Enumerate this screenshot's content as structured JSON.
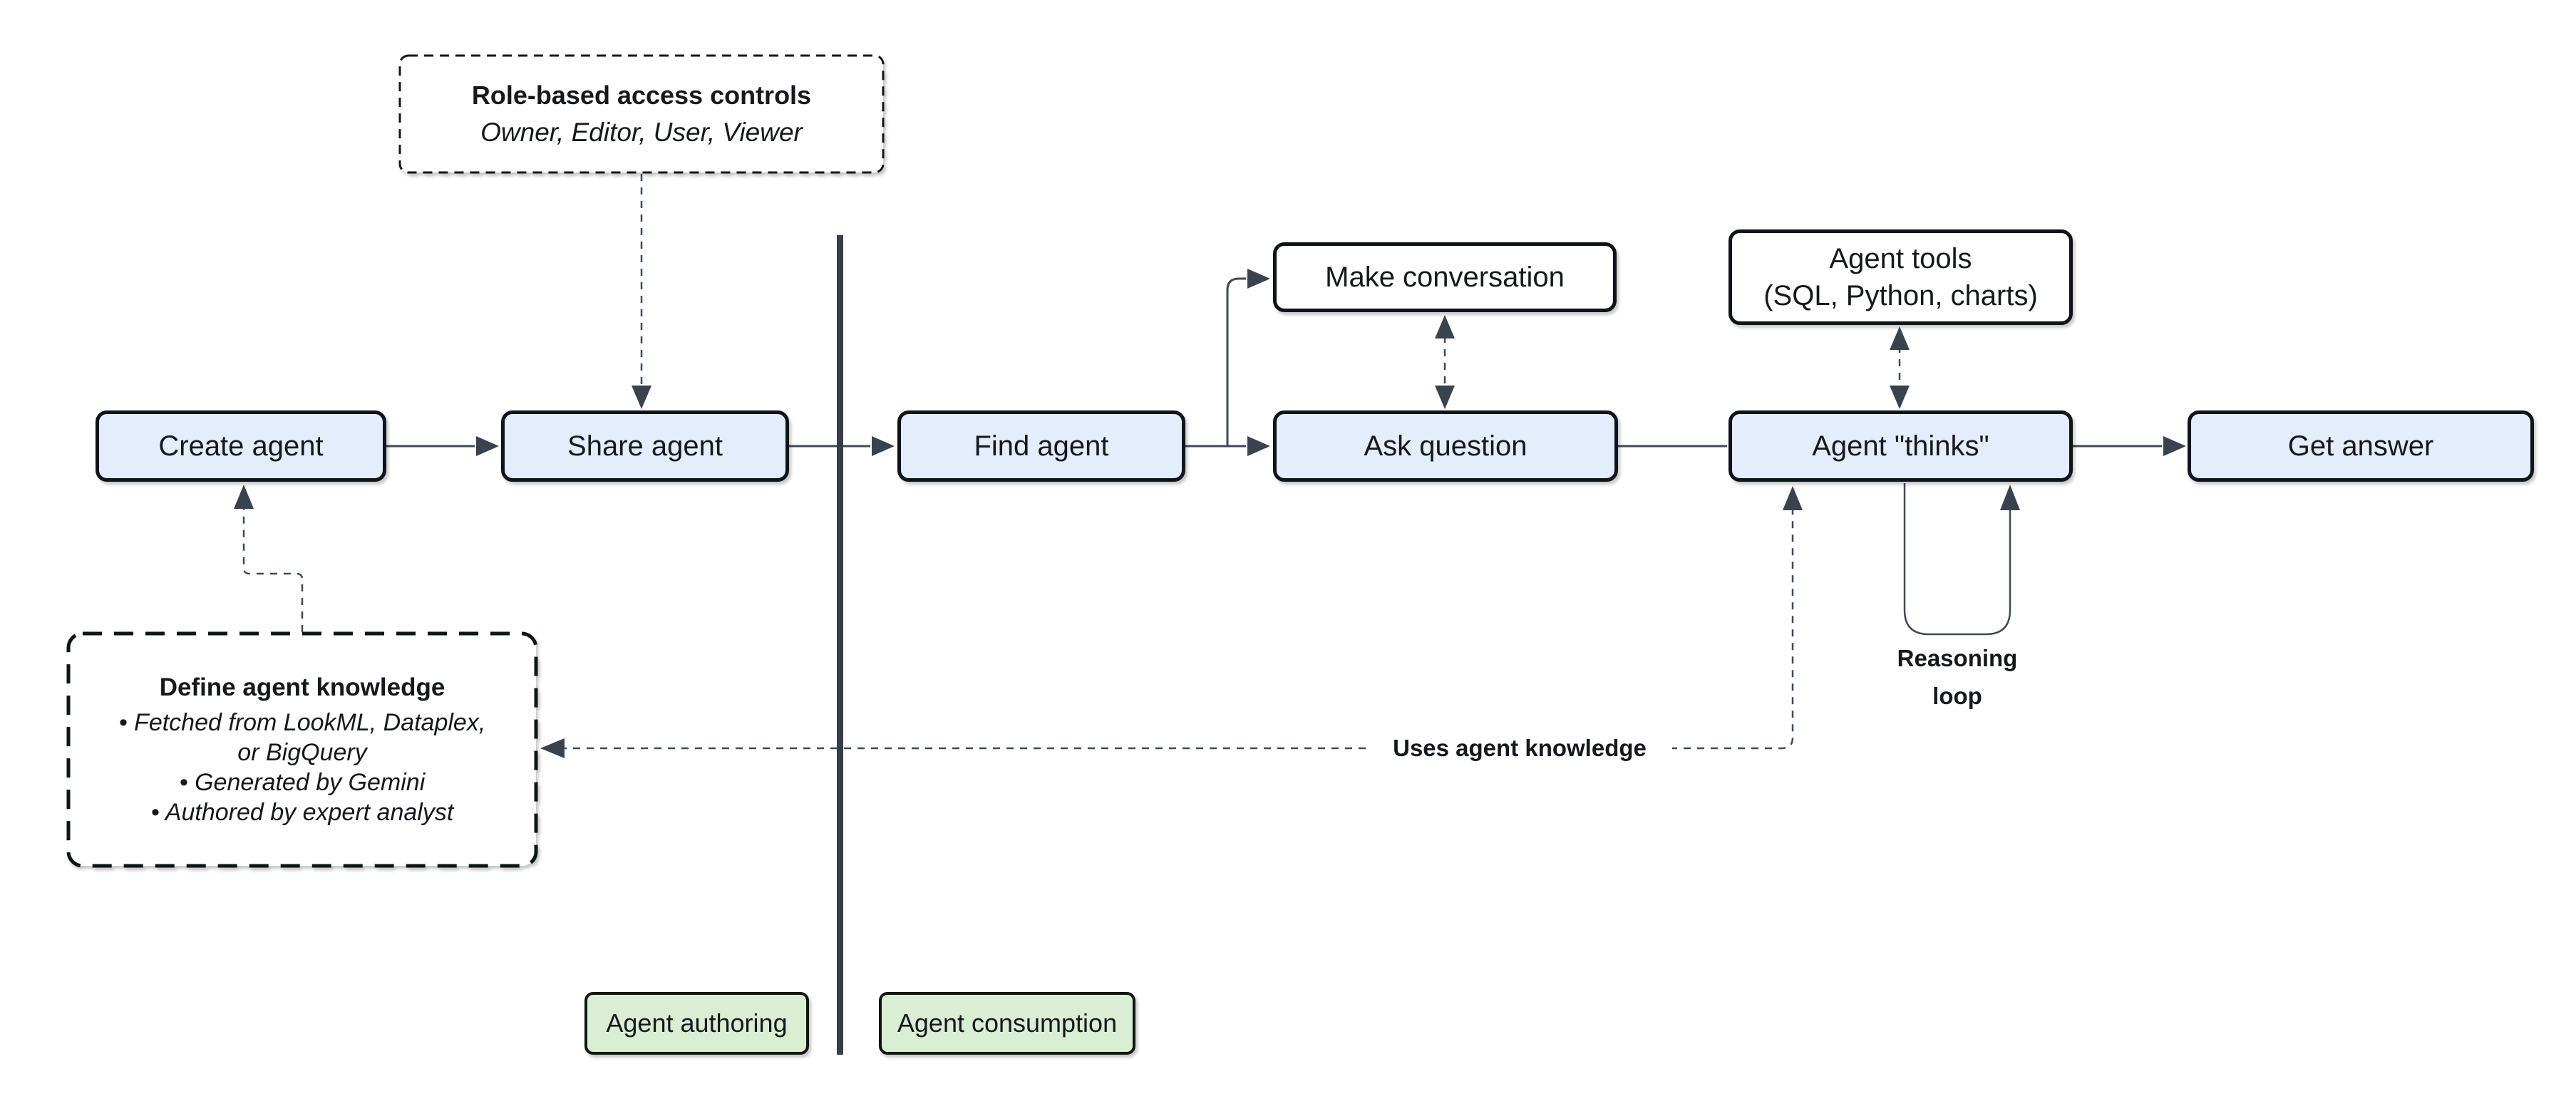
{
  "nodes": {
    "create_agent": {
      "label": "Create agent"
    },
    "share_agent": {
      "label": "Share agent"
    },
    "find_agent": {
      "label": "Find agent"
    },
    "make_conversation": {
      "label": "Make conversation"
    },
    "ask_question": {
      "label": "Ask question"
    },
    "agent_tools": {
      "line1": "Agent tools",
      "line2": "(SQL, Python, charts)"
    },
    "agent_thinks": {
      "label": "Agent \"thinks\""
    },
    "get_answer": {
      "label": "Get answer"
    }
  },
  "notes": {
    "rbac": {
      "title": "Role-based access controls",
      "subtitle": "Owner, Editor, User, Viewer"
    },
    "knowledge": {
      "title": "Define agent knowledge",
      "lines": [
        "• Fetched from LookML, Dataplex,",
        "or BigQuery",
        "• Generated by Gemini",
        "• Authored by expert analyst"
      ]
    }
  },
  "labels": {
    "reasoning_line1": "Reasoning",
    "reasoning_line2": "loop",
    "uses_knowledge": "Uses agent knowledge"
  },
  "zones": {
    "authoring": "Agent authoring",
    "consumption": "Agent consumption"
  },
  "colors": {
    "node_fill": "#e3edfb",
    "zone_fill": "#d9eed3",
    "note_fill": "#ffffff",
    "node_stroke": "#0e141a",
    "connector": "#3f4a55",
    "divider": "#353f4a",
    "background": "#ffffff",
    "text": "#15191e"
  }
}
